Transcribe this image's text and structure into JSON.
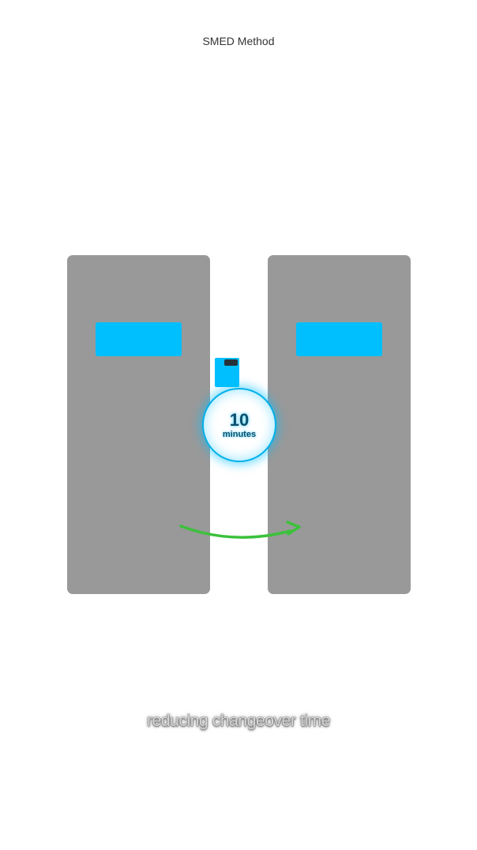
{
  "header": {
    "title": "SMED Method"
  },
  "timer": {
    "value": "10",
    "unit": "minutes"
  },
  "caption": {
    "text": "reducing changeover time"
  },
  "colors": {
    "panel": "#999999",
    "screen": "#00bfff",
    "device_display": "#263238",
    "timer_ring": "#00b0ea",
    "timer_text": "#0d4f6b",
    "arrow": "#3cc13c"
  },
  "icons": {
    "transfer_arrow": "curved-arrow-right-icon",
    "tool": "tool-card-icon"
  }
}
